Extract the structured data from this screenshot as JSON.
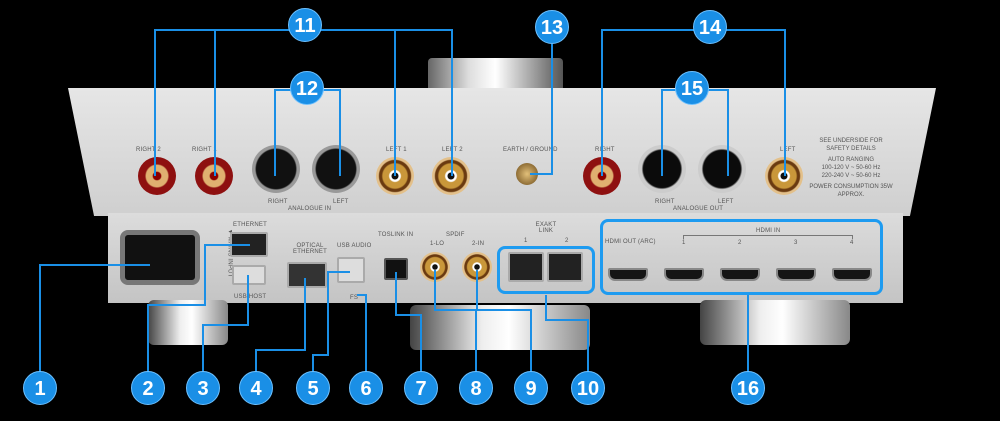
{
  "panel_labels": {
    "right2": "RIGHT 2",
    "right1": "RIGHT 1",
    "left1": "LEFT 1",
    "left2": "LEFT 2",
    "xlr_right": "RIGHT",
    "xlr_left": "LEFT",
    "analogue_in": "ANALOGUE IN",
    "earth": "EARTH / GROUND",
    "out_right": "RIGHT",
    "out_left": "LEFT",
    "xlr_out_right": "RIGHT",
    "xlr_out_left": "LEFT",
    "analogue_out": "ANALOGUE OUT",
    "safety": "SEE UNDERSIDE FOR SAFETY DETAILS",
    "auto_ranging": "AUTO RANGING",
    "voltage1": "100-120 V ~ 50-60 Hz",
    "voltage2": "220-240 V ~ 50-60 Hz",
    "power": "POWER CONSUMPTION 35W APPROX.",
    "mains": "▼ MAINS INPUT",
    "ethernet": "ETHERNET",
    "usb_host": "USB HOST",
    "optical_ethernet": "OPTICAL ETHERNET",
    "usb_audio": "USB AUDIO",
    "fs": "FS",
    "toslink": "TOSLINK IN",
    "spdif": "SPDIF",
    "spdif1": "1-LO",
    "spdif2": "2-IN",
    "exakt_link": "EXAKT LINK",
    "exakt1": "1",
    "exakt2": "2",
    "hdmi_out": "HDMI OUT (ARC)",
    "hdmi_in": "HDMI IN",
    "hdmi1": "1",
    "hdmi2": "2",
    "hdmi3": "3",
    "hdmi4": "4"
  },
  "callouts": [
    "1",
    "2",
    "3",
    "4",
    "5",
    "6",
    "7",
    "8",
    "9",
    "10",
    "11",
    "12",
    "13",
    "14",
    "15",
    "16"
  ],
  "colors": {
    "callout": "#1a8fe6",
    "background": "#000000"
  }
}
